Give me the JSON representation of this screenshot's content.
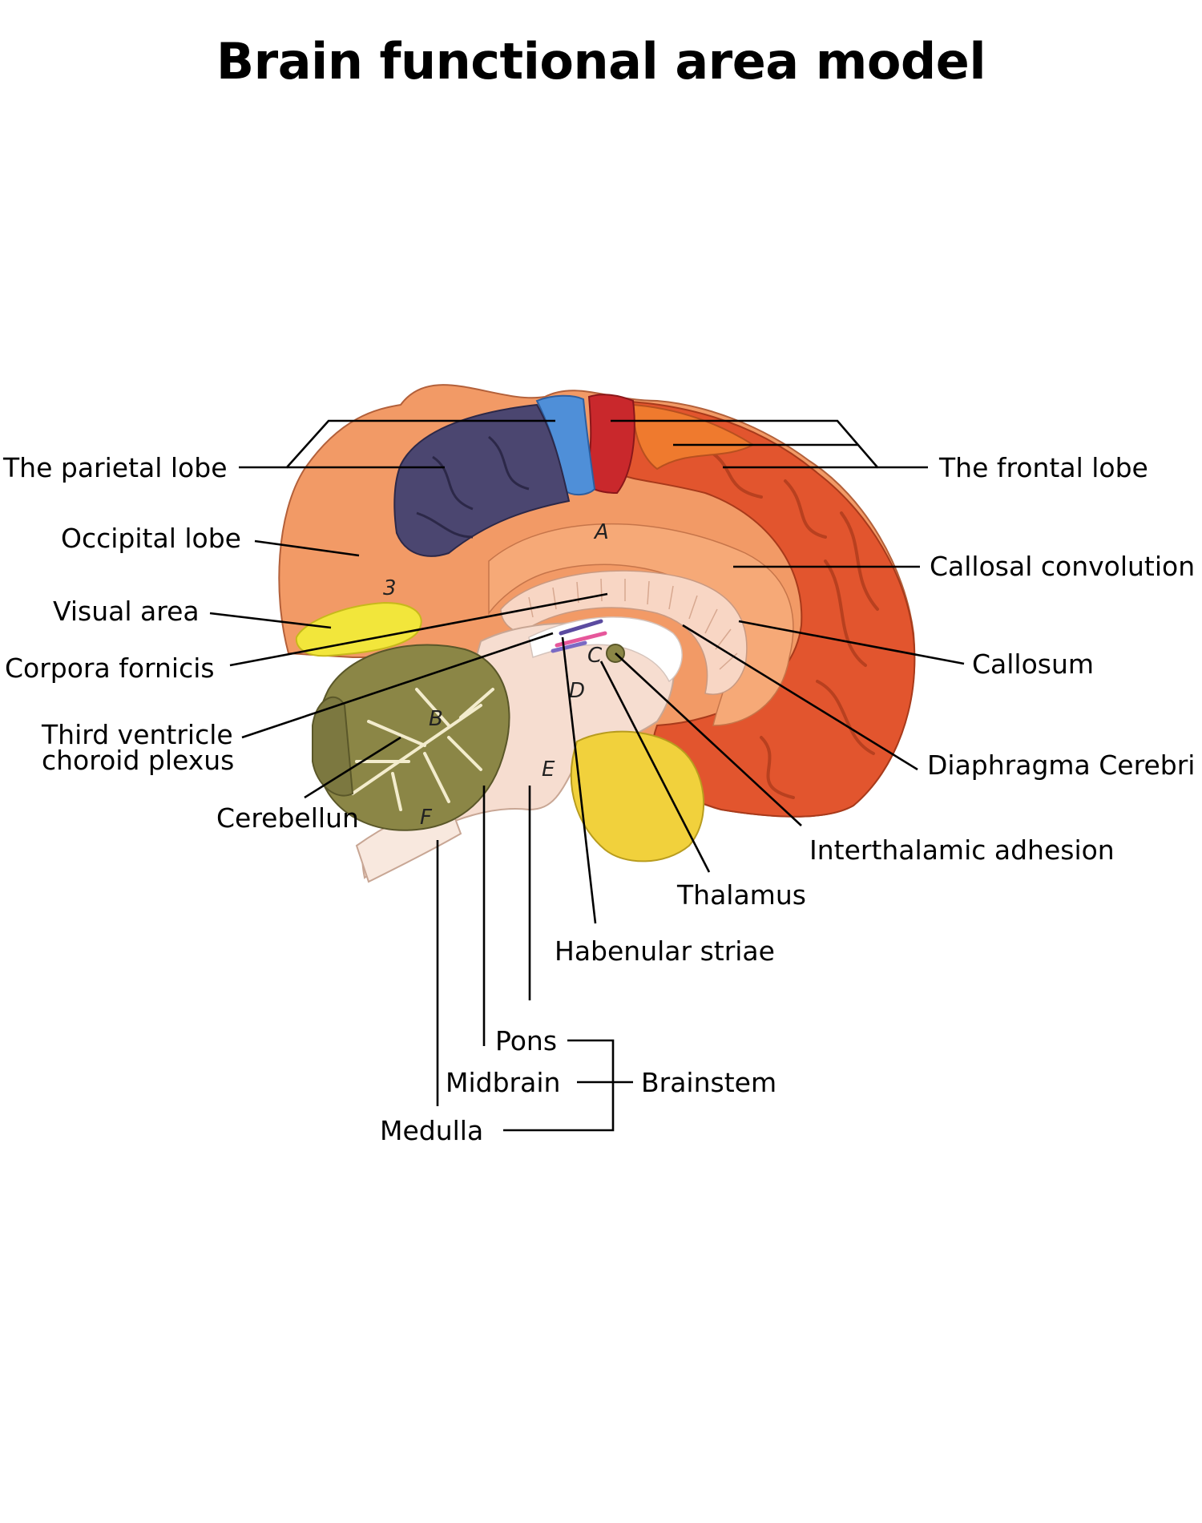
{
  "title": "Brain functional area model",
  "labels": {
    "parietal_lobe": "The parietal lobe",
    "frontal_lobe": "The frontal lobe",
    "occipital_lobe": "Occipital lobe",
    "callosal_convolution": "Callosal convolution",
    "visual_area": "Visual area",
    "callosum": "Callosum",
    "corpora_fornicis": "Corpora fornicis",
    "third_ventricle_line1": "Third ventricle",
    "third_ventricle_line2": "choroid plexus",
    "diaphragma_cerebri": "Diaphragma Cerebri",
    "cerebellum": "Cerebellun",
    "interthalamic_adhesion": "Interthalamic adhesion",
    "thalamus": "Thalamus",
    "habenular_striae": "Habenular striae",
    "pons": "Pons",
    "midbrain": "Midbrain",
    "brainstem": "Brainstem",
    "medulla": "Medulla"
  },
  "model_markings": {
    "a": "A",
    "b": "B",
    "c": "C",
    "d": "D",
    "e": "E",
    "f": "F",
    "three": "3"
  },
  "colors": {
    "frontal": "#e2552e",
    "parietal": "#4b4670",
    "cortex_peach": "#f29a66",
    "motor_red": "#c9282c",
    "sensory_blue": "#4f8fd8",
    "visual_yellow": "#f2e63b",
    "cerebellum_olive": "#8b8646",
    "brainstem_cream": "#f6ddd0",
    "pituitary_yellow": "#f1d13c"
  }
}
